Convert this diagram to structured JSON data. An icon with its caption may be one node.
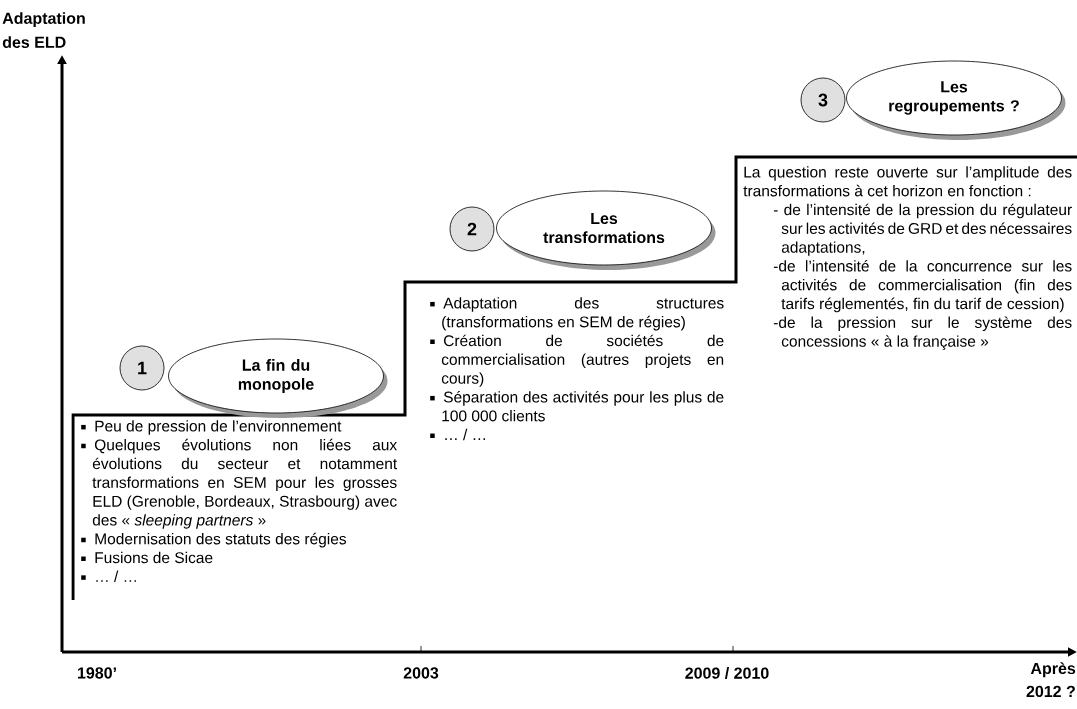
{
  "diagram": {
    "nodes": [
      {
        "text": [
          "1"
        ]
      },
      {
        "text": [
          "La fin du monopole"
        ]
      },
      {
        "text": [
          "2"
        ]
      },
      {
        "text": [
          "Les transformations"
        ]
      },
      {
        "text": [
          "3"
        ]
      },
      {
        "text": [
          "Les regroupements ?"
        ]
      }
    ],
    "labels": [
      "Adaptation des ELD",
      "Peu de pression de l’environnement",
      "Quelques évolutions non liées aux évolutions du secteur et notamment transformations en SEM pour les grosses ELD (Grenoble, Bordeaux, Strasbourg) avec des « *sleeping partners* »",
      "Modernisation des statuts des régies",
      "Fusions de Sicae",
      "… / …",
      "Adaptation des structures (transformations en SEM de régies)",
      "Création de sociétés de commercialisation (autres projets en cours)",
      "Séparation des activités pour les plus de 100 000 clients",
      "… / …",
      "La question reste ouverte sur l’amplitude des transformations à cet horizon en fonction :",
      "- de l’intensité de la pression du régulateur sur les activités de GRD et des nécessaires adaptations,",
      "-de l’intensité de la concurrence sur les activités de commercialisation (fin des tarifs réglementés, fin du tarif de cession)",
      "-de la pression sur le système des concessions « à la française »",
      "1980’",
      "2003",
      "2009 / 2010",
      "Après 2012 ?"
    ]
  }
}
